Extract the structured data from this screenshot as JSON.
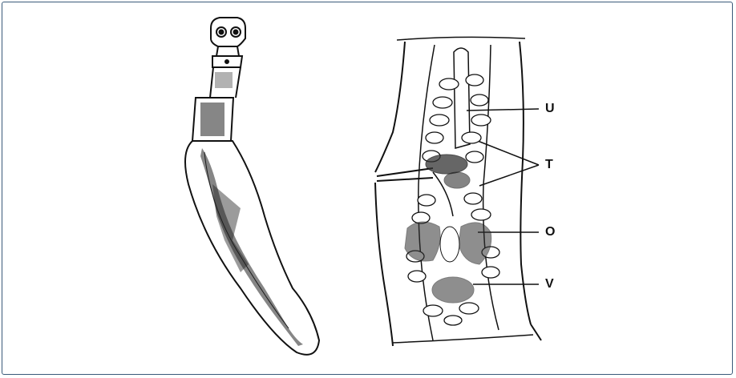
{
  "figure": {
    "labels": {
      "u": "U",
      "t": "T",
      "o": "O",
      "v": "V"
    },
    "colors": {
      "frame": "#3a5a7a",
      "ink": "#111111"
    },
    "icons": {
      "left": "tapeworm-whole-body-illustration",
      "right": "proglottid-segment-illustration"
    }
  }
}
